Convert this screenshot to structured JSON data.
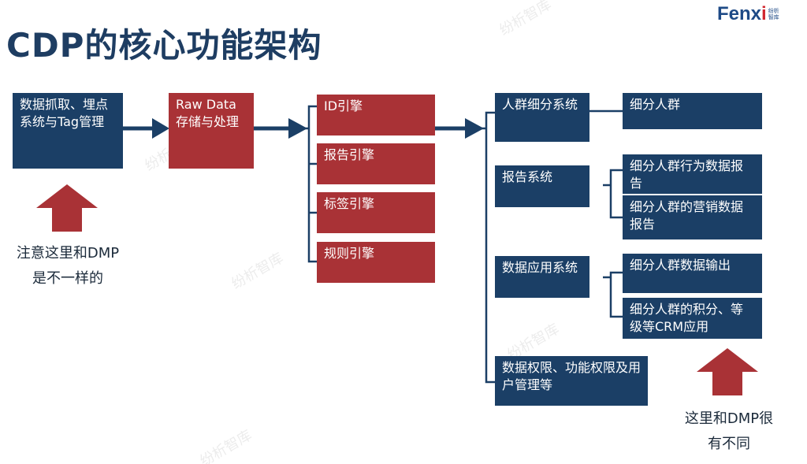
{
  "title": "CDP的核心功能架构",
  "logo": {
    "text": "Fenx",
    "accent": "i",
    "sub": "纷析智库"
  },
  "watermark": "纷析智库",
  "colors": {
    "navy": "#1b3f66",
    "red": "#a93236",
    "title": "#1e3d62"
  },
  "source_box": "数据抓取、埋点系统与Tag管理",
  "storage_box": "Raw Data 存储与处理",
  "engines": [
    "ID引擎",
    "报告引擎",
    "标签引擎",
    "规则引擎"
  ],
  "systems": [
    "人群细分系统",
    "报告系统",
    "数据应用系统",
    "数据权限、功能权限及用户管理等"
  ],
  "outputs": [
    "细分人群",
    "细分人群行为数据报告",
    "细分人群的营销数据报告",
    "细分人群数据输出",
    "细分人群的积分、等级等CRM应用"
  ],
  "notes": {
    "left": "注意这里和DMP是不一样的",
    "left_1": "注意这里和DMP",
    "left_2": "是不一样的",
    "right_1": "这里和DMP很",
    "right_2": "有不同"
  }
}
